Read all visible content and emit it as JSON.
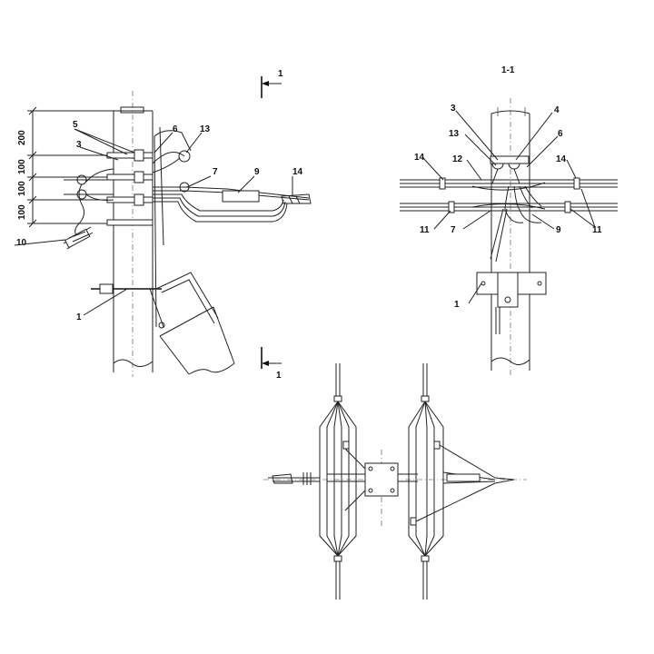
{
  "section": {
    "marker_top": "1",
    "marker_bottom": "1",
    "title": "1-1"
  },
  "dimensions": [
    "200",
    "100",
    "100",
    "100"
  ],
  "side_view_labels": [
    "5",
    "6",
    "13",
    "3",
    "7",
    "9",
    "14",
    "10",
    "1"
  ],
  "section_view_labels": [
    "3",
    "4",
    "13",
    "6",
    "14",
    "12",
    "14",
    "11",
    "7",
    "9",
    "11",
    "1"
  ]
}
